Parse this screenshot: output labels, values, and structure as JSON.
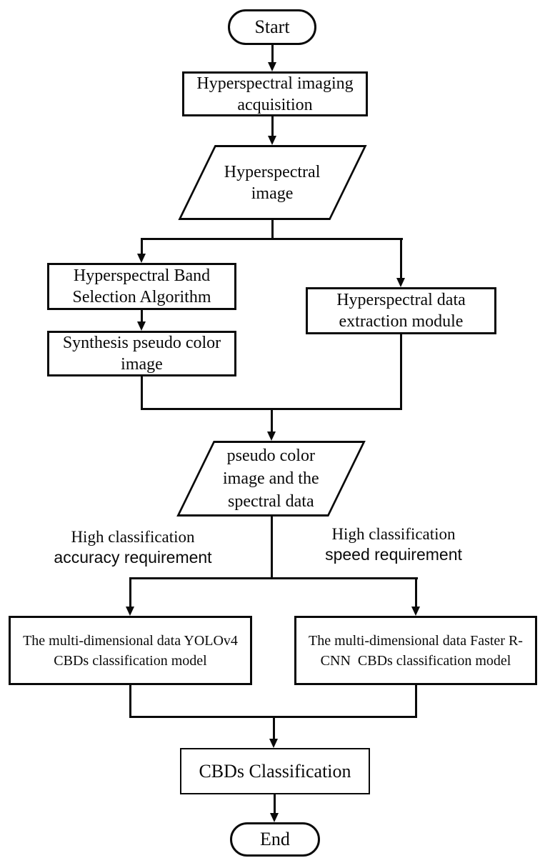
{
  "nodes": {
    "start": {
      "label": "Start"
    },
    "hyperspectral_imaging_acquisition": {
      "lines": [
        "Hyperspectral imaging",
        "acquisition"
      ]
    },
    "hyperspectral_image": {
      "lines": [
        "Hyperspectral",
        "image"
      ]
    },
    "band_selection": {
      "lines": [
        "Hyperspectral Band",
        "Selection Algorithm"
      ]
    },
    "synthesis_pseudo_color": {
      "lines": [
        "Synthesis pseudo color",
        "image"
      ]
    },
    "data_extraction": {
      "lines": [
        "Hyperspectral data",
        "extraction module"
      ]
    },
    "pseudo_color_and_spectral": {
      "lines": [
        "pseudo color",
        "image and the",
        "spectral data"
      ]
    },
    "yolov4_model": {
      "lines": [
        "The multi-dimensional data YOLOv4",
        "CBDs classification model"
      ]
    },
    "faster_rcnn_model": {
      "lines": [
        "The multi-dimensional data Faster R-",
        "CNN  CBDs classification model"
      ]
    },
    "cbds_classification": {
      "label": "CBDs Classification"
    },
    "end": {
      "label": "End"
    }
  },
  "branch_labels": {
    "accuracy": {
      "lines": [
        "High classification",
        "accuracy requirement"
      ]
    },
    "speed": {
      "lines": [
        "High classification",
        "speed requirement"
      ]
    }
  },
  "colors": {
    "stroke": "#0a0a0a",
    "text": "#0a0a0a",
    "background": "#ffffff"
  }
}
